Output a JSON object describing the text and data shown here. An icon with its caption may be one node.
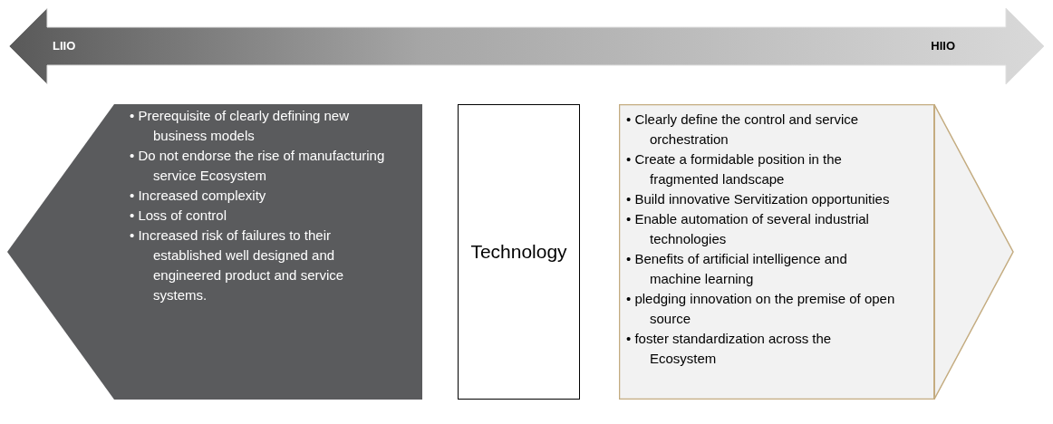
{
  "diagram": {
    "nodes": [
      {
        "text": [
          "LIIO",
          "HIIO"
        ]
      },
      {
        "text": [
          "• Prerequisite of clearly defining new business models",
          "• Do not endorse the rise of manufacturing service Ecosystem",
          "• Increased complexity",
          "• Loss of control",
          "• Increased risk of failures to their established well designed and engineered product and service systems."
        ]
      },
      {
        "text": [
          "Technology"
        ]
      },
      {
        "text": [
          "• Clearly define the control and service orchestration",
          "• Create a formidable position in the fragmented landscape",
          "• Build innovative Servitization opportunities",
          "• Enable automation of several industrial technologies",
          "• Benefits of artificial intelligence and machine learning",
          "• pledging innovation on the premise of open source",
          "• foster standardization across the Ecosystem"
        ]
      }
    ]
  }
}
